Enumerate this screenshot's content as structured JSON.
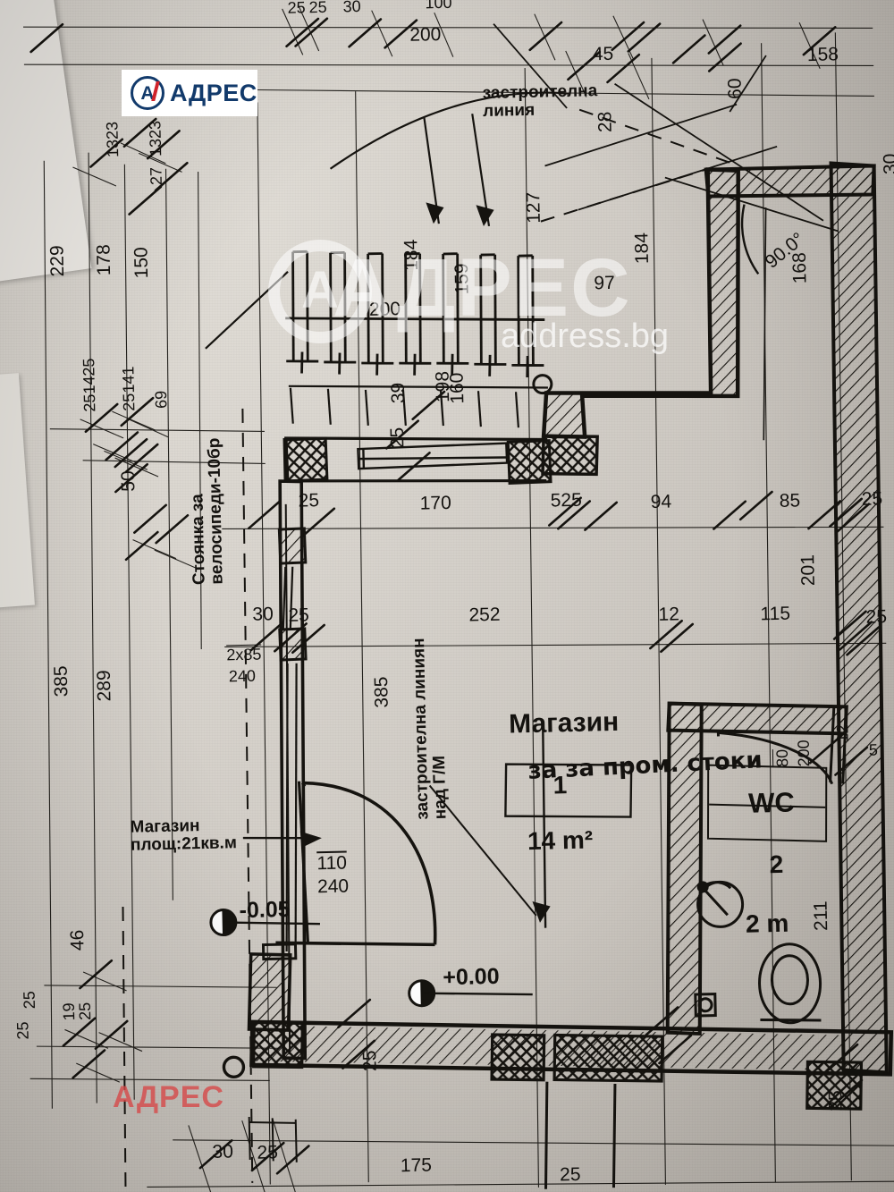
{
  "document": {
    "type": "architectural-floor-plan",
    "title": "Магазин за пром. стоки"
  },
  "logo": {
    "letter": "A",
    "text": "АДРЕС"
  },
  "watermark": {
    "mark_letter": "A",
    "brand": "АДРЕС",
    "site": "address.bg",
    "footer": "АДРЕС"
  },
  "annotations": {
    "building_line_top": "застроителна\nлиния",
    "bike_parking": "Стоянка за\nвелосипеди-10бр",
    "building_line_over_gm": "застроителна линиян\nнад Г/М",
    "shop_area_note": "Магазин\nплощ:21кв.м"
  },
  "rooms": [
    {
      "name": "Магазин",
      "subtitle": "за пром. стоки",
      "number": "1",
      "area": "14 m²"
    },
    {
      "name": "WC",
      "number": "2",
      "area": "2 m"
    }
  ],
  "levels": [
    {
      "value": "-0.05"
    },
    {
      "value": "+0.00"
    }
  ],
  "openings": [
    {
      "width": "110",
      "height": "240"
    },
    {
      "width": "2x85",
      "height": "240"
    },
    {
      "width": "80",
      "height": "200"
    }
  ],
  "angle": "90.0°",
  "dimensions": {
    "top_row_upper": [
      "25",
      "25",
      "30",
      "100"
    ],
    "top_row": [
      "200",
      "45",
      "158"
    ],
    "top_right": [
      "60",
      "28",
      "30"
    ],
    "upper_interior": [
      "184",
      "159",
      "200",
      "184",
      "97"
    ],
    "right_upper": [
      "168",
      "30"
    ],
    "mullions": [
      "39",
      "25",
      "198",
      "160"
    ],
    "row_525": [
      "25",
      "170",
      "525",
      "94",
      "85",
      "25"
    ],
    "row_252": [
      "30",
      "25",
      "252",
      "12",
      "115",
      "25"
    ],
    "left_col_upper": [
      "229",
      "178",
      "150"
    ],
    "left_col_ticks": [
      "1323",
      "1323",
      "27",
      "251425",
      "25141",
      "69",
      "50"
    ],
    "left_col_lower": [
      "385",
      "289",
      "385"
    ],
    "left_bottom": [
      "25",
      "19",
      "25",
      "46"
    ],
    "right_col": [
      "201",
      "25",
      "25",
      "12",
      "5",
      "211"
    ],
    "bottom_row": [
      "30",
      "25",
      "175",
      "25",
      "25"
    ],
    "wall_thickness": [
      "25",
      "25"
    ],
    "vert_127": "127"
  }
}
